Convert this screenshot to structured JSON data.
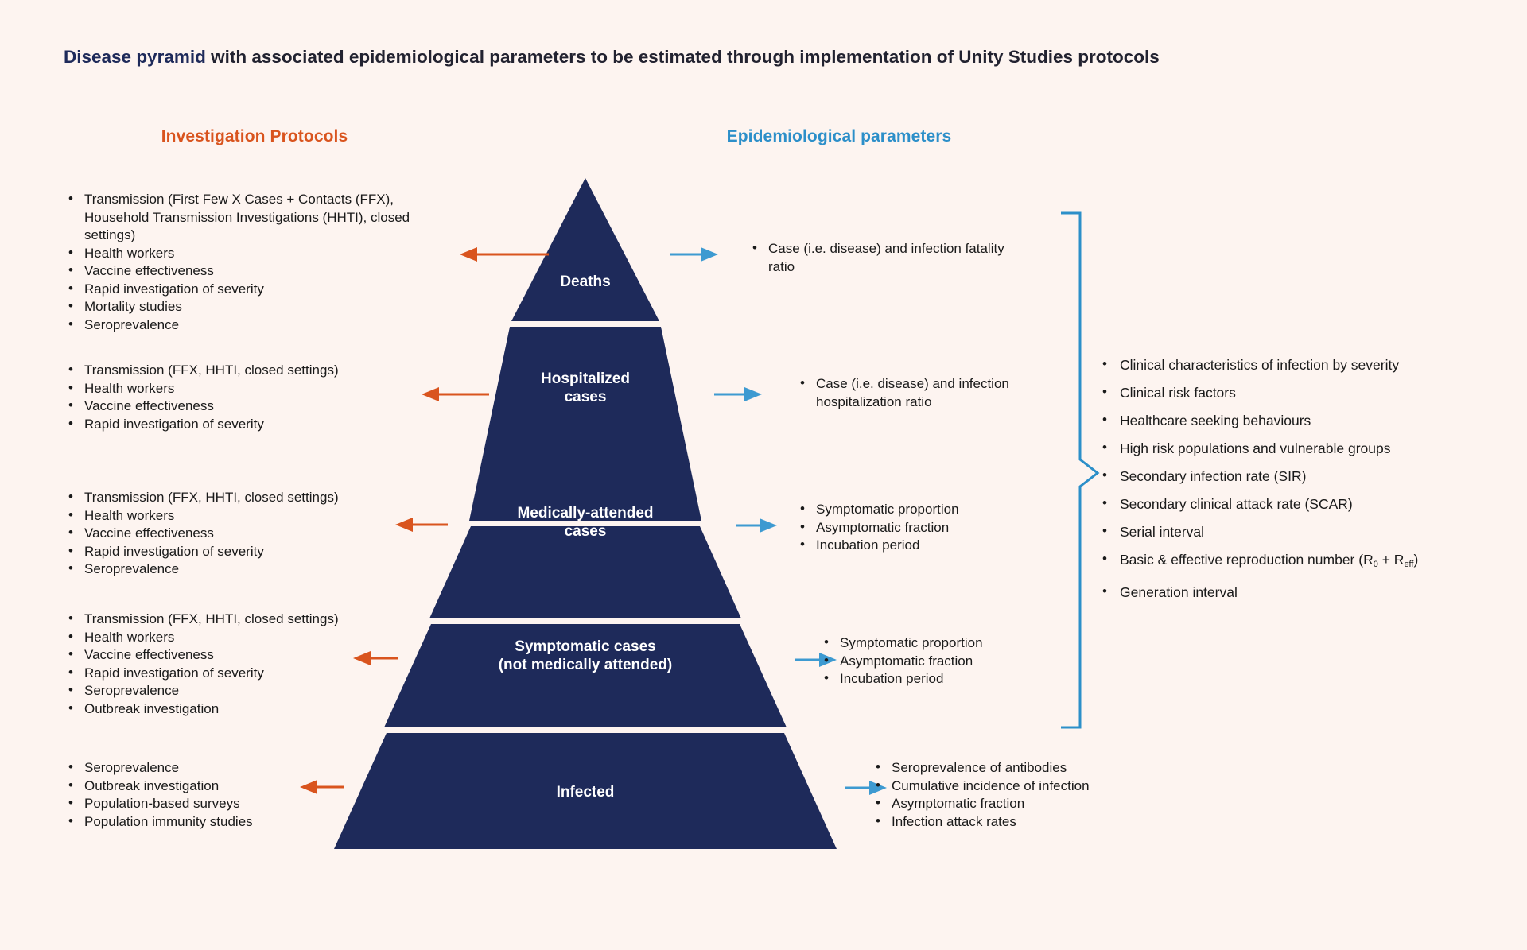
{
  "title": {
    "strong": "Disease pyramid",
    "rest": " with associated epidemiological parameters to be estimated through implementation of Unity Studies protocols"
  },
  "colors": {
    "background": "#FDF4F0",
    "pyramid_navy": "#1E2A5A",
    "protocol_orange": "#D9541E",
    "parameter_blue": "#2C8FC9",
    "arrow_blue": "#3D9AD1",
    "title_navy": "#1E2A5A"
  },
  "headings": {
    "left": "Investigation Protocols",
    "middle": "Epidemiological parameters"
  },
  "pyramid": {
    "tiers": [
      {
        "label": "Deaths"
      },
      {
        "label": "Hospitalized\ncases"
      },
      {
        "label": "Medically-attended\ncases"
      },
      {
        "label": "Symptomatic cases\n(not medically attended)"
      },
      {
        "label": "Infected"
      }
    ]
  },
  "investigation_protocols": [
    {
      "tier": "Deaths",
      "items": [
        "Transmission (First Few X Cases + Contacts (FFX), Household Transmission Investigations (HHTI), closed settings)",
        "Health workers",
        "Vaccine effectiveness",
        "Rapid investigation of severity",
        "Mortality studies",
        "Seroprevalence"
      ]
    },
    {
      "tier": "Hospitalized cases",
      "items": [
        "Transmission (FFX, HHTI, closed settings)",
        "Health workers",
        "Vaccine effectiveness",
        "Rapid investigation of severity"
      ]
    },
    {
      "tier": "Medically-attended cases",
      "items": [
        "Transmission (FFX, HHTI, closed settings)",
        "Health workers",
        "Vaccine effectiveness",
        "Rapid investigation of severity",
        "Seroprevalence"
      ]
    },
    {
      "tier": "Symptomatic cases (not medically attended)",
      "items": [
        "Transmission (FFX, HHTI, closed settings)",
        "Health workers",
        "Vaccine effectiveness",
        "Rapid investigation of severity",
        "Seroprevalence",
        "Outbreak investigation"
      ]
    },
    {
      "tier": "Infected",
      "items": [
        "Seroprevalence",
        "Outbreak investigation",
        "Population-based surveys",
        "Population immunity studies"
      ]
    }
  ],
  "epidemiological_parameters": [
    {
      "tier": "Deaths",
      "items": [
        "Case (i.e. disease) and infection fatality ratio"
      ]
    },
    {
      "tier": "Hospitalized cases",
      "items": [
        "Case (i.e. disease) and infection hospitalization ratio"
      ]
    },
    {
      "tier": "Medically-attended cases",
      "items": [
        "Symptomatic proportion",
        "Asymptomatic fraction",
        "Incubation period"
      ]
    },
    {
      "tier": "Symptomatic cases (not medically attended)",
      "items": [
        "Symptomatic proportion",
        "Asymptomatic fraction",
        "Incubation period"
      ]
    },
    {
      "tier": "Infected",
      "items": [
        "Seroprevalence of antibodies",
        "Cumulative incidence of infection",
        "Asymptomatic fraction",
        "Infection attack rates"
      ]
    }
  ],
  "cross_cutting_parameters": {
    "items": [
      {
        "text": "Clinical characteristics of infection by severity"
      },
      {
        "text": "Clinical risk factors"
      },
      {
        "text": "Healthcare seeking behaviours"
      },
      {
        "text": "High risk populations and vulnerable groups"
      },
      {
        "text": "Secondary infection rate (SIR)"
      },
      {
        "text": "Secondary clinical attack rate (SCAR)"
      },
      {
        "text": "Serial interval"
      },
      {
        "text": "Basic & effective reproduction number (R",
        "sub1": "0",
        "mid": " + R",
        "sub2": "eff",
        "tail": ")"
      },
      {
        "text": "Generation interval"
      }
    ]
  }
}
